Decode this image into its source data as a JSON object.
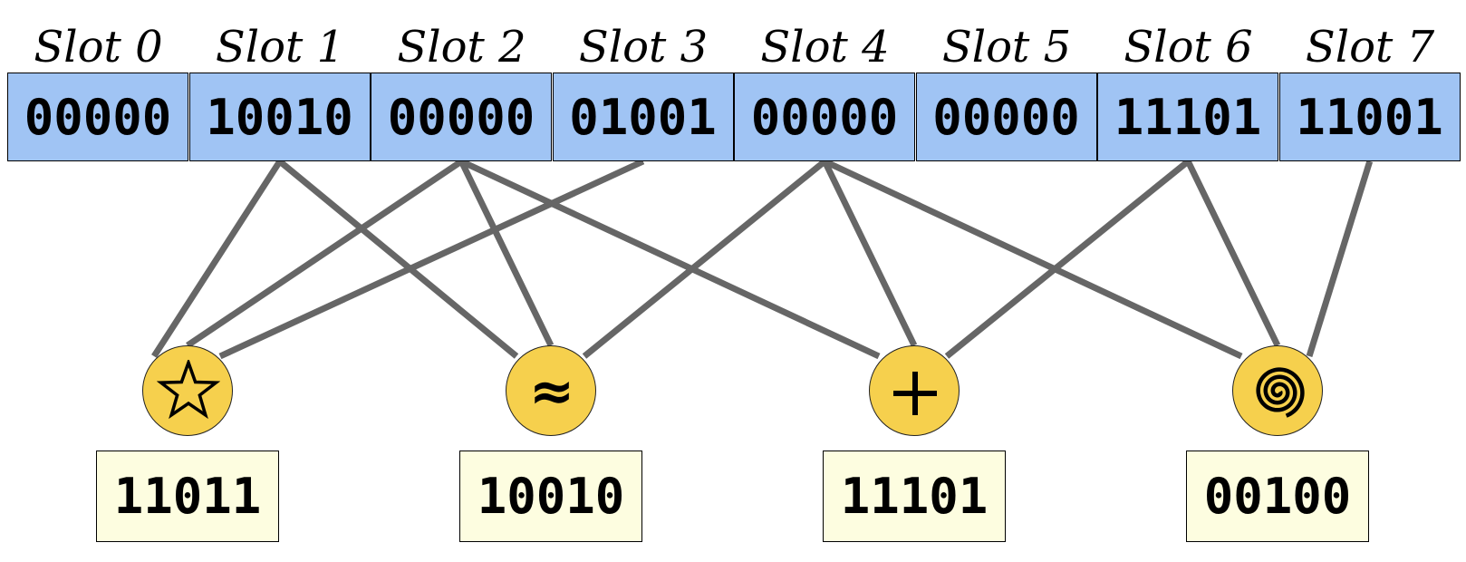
{
  "colors": {
    "slot_fill": "#a0c4f4",
    "node_fill": "#f6d04d",
    "value_fill": "#fdfde0",
    "edge": "#666666"
  },
  "slots": [
    {
      "label": "Slot 0",
      "value": "00000"
    },
    {
      "label": "Slot 1",
      "value": "10010"
    },
    {
      "label": "Slot 2",
      "value": "00000"
    },
    {
      "label": "Slot 3",
      "value": "01001"
    },
    {
      "label": "Slot 4",
      "value": "00000"
    },
    {
      "label": "Slot 5",
      "value": "00000"
    },
    {
      "label": "Slot 6",
      "value": "11101"
    },
    {
      "label": "Slot 7",
      "value": "11001"
    }
  ],
  "nodes": [
    {
      "icon": "star-icon",
      "value": "11011",
      "connected_slots": [
        1,
        2,
        3
      ]
    },
    {
      "icon": "approx-icon",
      "symbol": "≈",
      "value": "10010",
      "connected_slots": [
        1,
        2,
        4
      ]
    },
    {
      "icon": "plus-icon",
      "value": "11101",
      "connected_slots": [
        2,
        4,
        6
      ]
    },
    {
      "icon": "spiral-icon",
      "value": "00100",
      "connected_slots": [
        4,
        6,
        7
      ]
    }
  ]
}
